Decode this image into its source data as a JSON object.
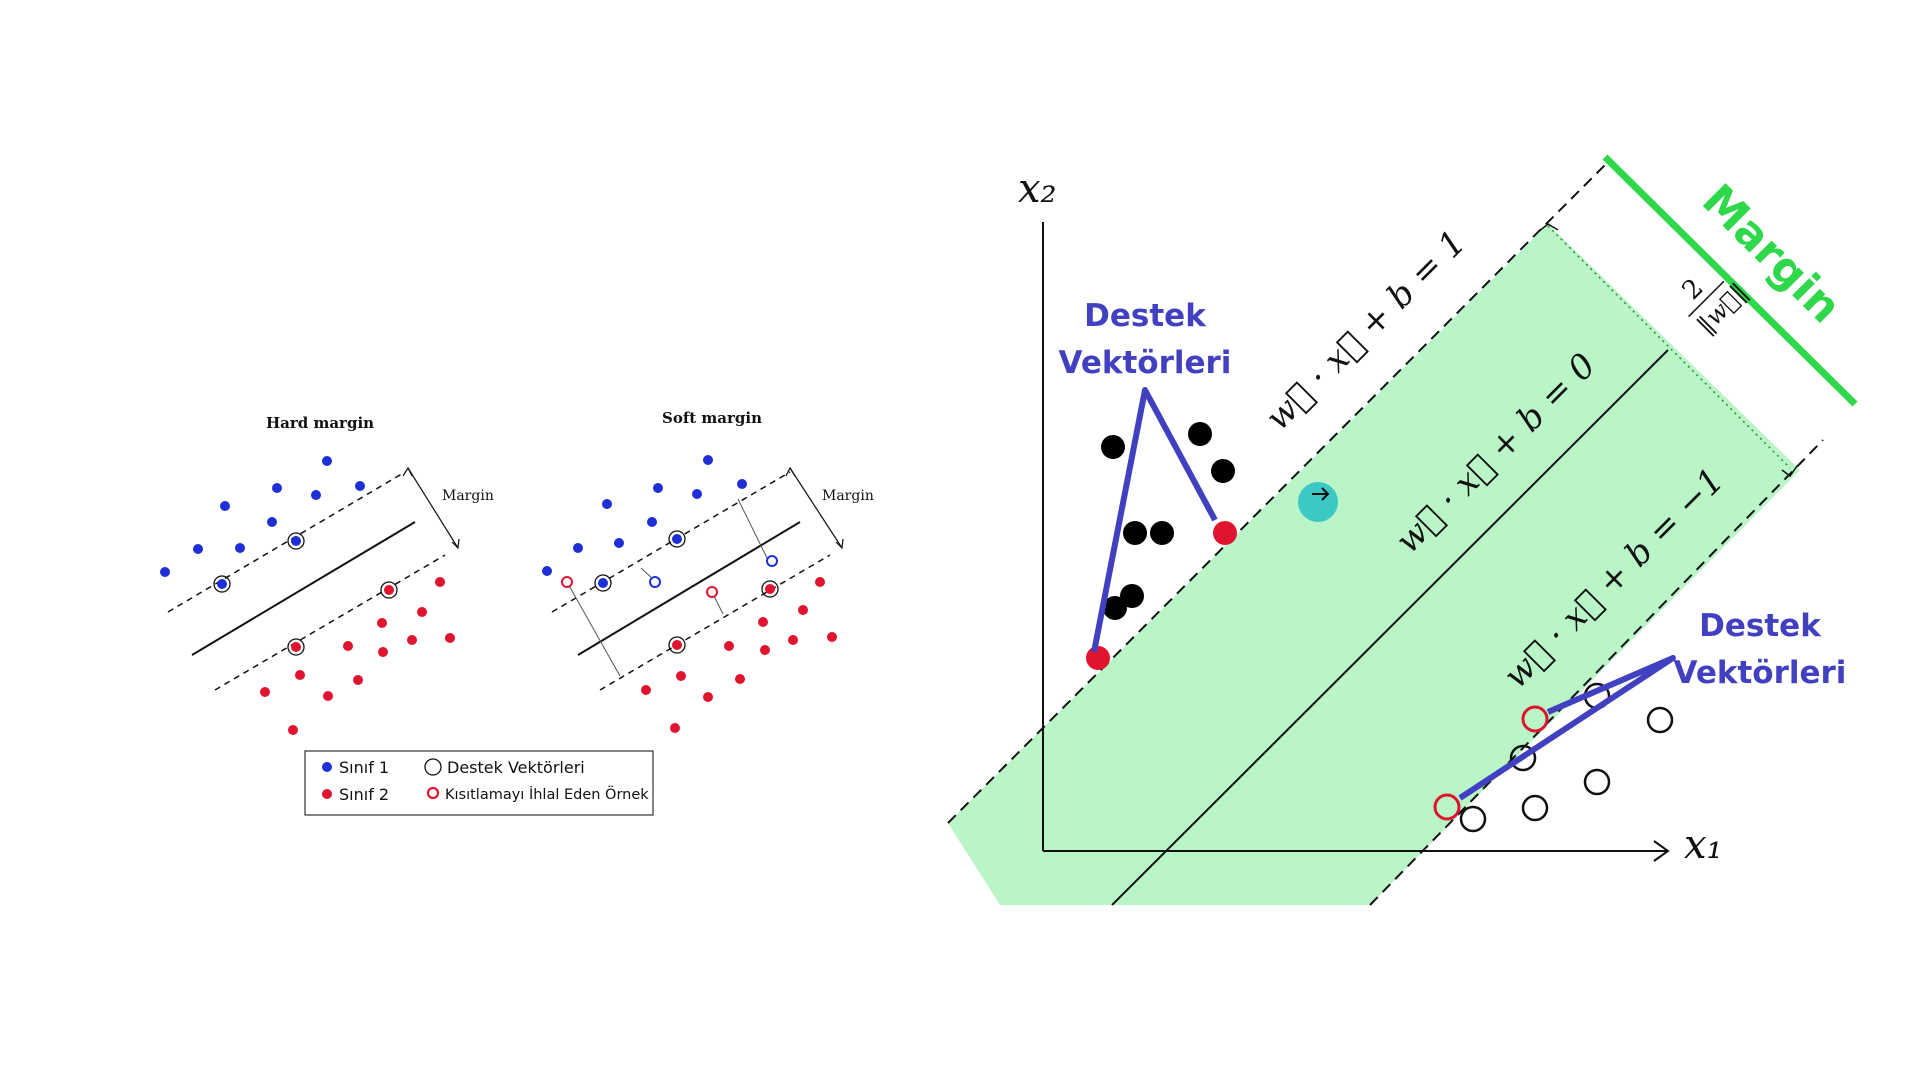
{
  "left": {
    "hard": {
      "title": "Hard margin",
      "margin_label": "Margin"
    },
    "soft": {
      "title": "Soft margin",
      "margin_label": "Margin"
    },
    "legend": {
      "class1": "Sınıf 1",
      "class2": "Sınıf 2",
      "support_vectors": "Destek Vektörleri",
      "violating": "Kısıtlamayı İhlal Eden Örnek"
    },
    "colors": {
      "class1": "#1f2fd6",
      "class2": "#e0142f"
    }
  },
  "right": {
    "axis_x": "x₁",
    "axis_y": "x₂",
    "eq_upper": "w⃗ · x⃗ + b = 1",
    "eq_mid": "w⃗ · x⃗ + b = 0",
    "eq_lower": "w⃗ · x⃗ + b = −1",
    "margin_title": "Margin",
    "margin_formula_num": "2",
    "margin_formula_den": "‖w⃗‖",
    "support_label_top": [
      "Destek",
      "Vektörleri"
    ],
    "support_label_bottom": [
      "Destek",
      "Vektörleri"
    ],
    "colors": {
      "margin_fill": "#b9f5c6",
      "margin_green": "#2ed84a",
      "label_blue": "#4040c0",
      "support_red": "#e0142f",
      "cursor": "#2ec4c4"
    },
    "cursor_icon": "arrow-right-icon"
  }
}
